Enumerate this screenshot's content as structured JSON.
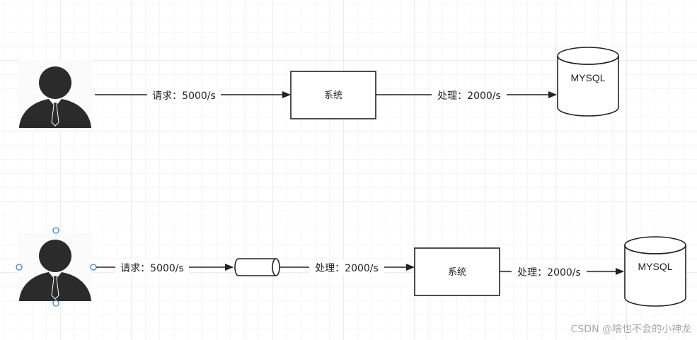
{
  "top_flow": {
    "request_label": "请求：5000/s",
    "system_label": "系统",
    "process_label": "处理：2000/s",
    "db_label": "MYSQL"
  },
  "bottom_flow": {
    "request_label": "请求：5000/s",
    "queue_process_label": "处理：2000/s",
    "system_label": "系统",
    "process_label": "处理：2000/s",
    "db_label": "MYSQL"
  },
  "watermark": "CSDN @啥也不会的小神龙",
  "icons": {
    "user": "user-businessman-icon",
    "database": "database-cylinder-icon",
    "queue": "message-queue-icon"
  },
  "colors": {
    "stroke": "#222222",
    "icon": "#2b2b2b",
    "selection": "#3a86c8"
  }
}
